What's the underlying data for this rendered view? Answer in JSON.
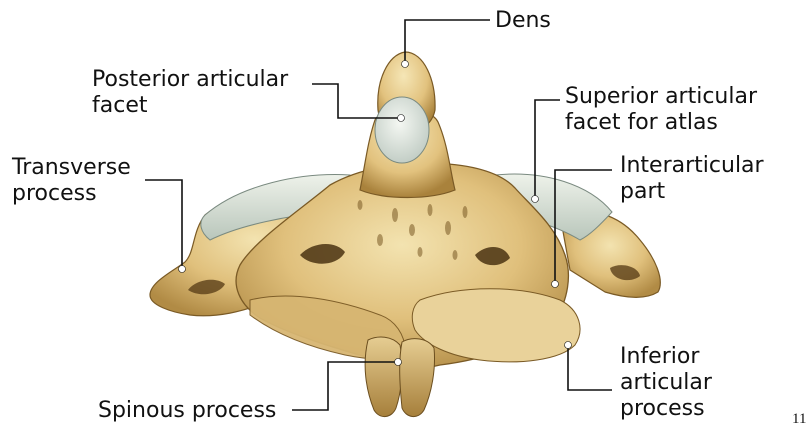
{
  "figure": {
    "subject": "second cervical vertebra (axis), posterosuperior view",
    "colors": {
      "bone": "#e3c98a",
      "bone_light": "#f3e6bd",
      "bone_shadow": "#a8843f",
      "bone_dark": "#6b4e1f",
      "articular_facet": "#d7dfd6",
      "leader_line": "#111111"
    }
  },
  "labels": {
    "dens": "Dens",
    "posterior_articular_facet": "Posterior articular\nfacet",
    "superior_articular_facet": "Superior articular\nfacet for atlas",
    "transverse_process": "Transverse\nprocess",
    "interarticular_part": "Interarticular\npart",
    "inferior_articular_process": "Inferior\narticular\nprocess",
    "spinous_process": "Spinous process"
  },
  "page_number": "11"
}
